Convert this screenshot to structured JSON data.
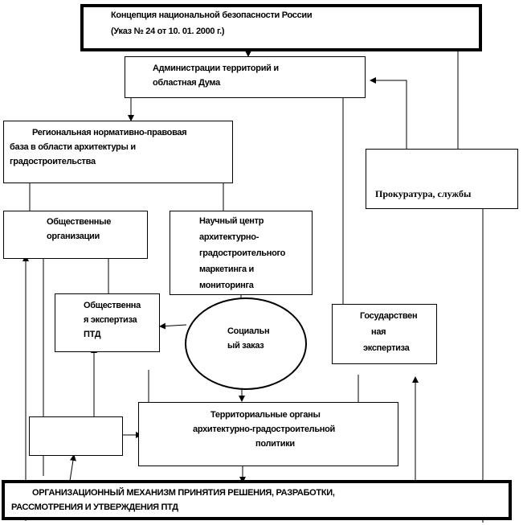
{
  "nodes": {
    "concept": {
      "line1": "Концепция национальной безопасности России",
      "line2": "(Указ № 24 от 10. 01. 2000 г.)"
    },
    "admin": {
      "line1": "Администрации территорий и",
      "line2": "областная Дума"
    },
    "regional": {
      "line1": "Региональная нормативно-правовая",
      "line2": "база в области архитектуры и",
      "line3": "градостроительства"
    },
    "prosecutor": {
      "label": "Прокуратура, службы"
    },
    "public_orgs": {
      "line1": "Общественные",
      "line2": "организации"
    },
    "science": {
      "line1": "Научный центр",
      "line2": "архитектурно-",
      "line3": "градостроительного",
      "line4": "маркетинга и",
      "line5": "мониторинга"
    },
    "public_exp": {
      "line1": "Общественна",
      "line2": "я экспертиза",
      "line3": "ПТД"
    },
    "social_order": {
      "line1": "Социальн",
      "line2": "ый заказ"
    },
    "state_exp": {
      "line1": "Государствен",
      "line2": "ная",
      "line3": "экспертиза"
    },
    "territorial": {
      "line1": "Территориальные органы",
      "line2": "архитектурно-градостроительной",
      "line3": "политики"
    },
    "mechanism": {
      "line1": "ОРГАНИЗАЦИОННЫЙ МЕХАНИЗМ ПРИНЯТИЯ РЕШЕНИЯ, РАЗРАБОТКИ,",
      "line2": "РАССМОТРЕНИЯ И УТВЕРЖДЕНИЯ  ПТД"
    }
  }
}
